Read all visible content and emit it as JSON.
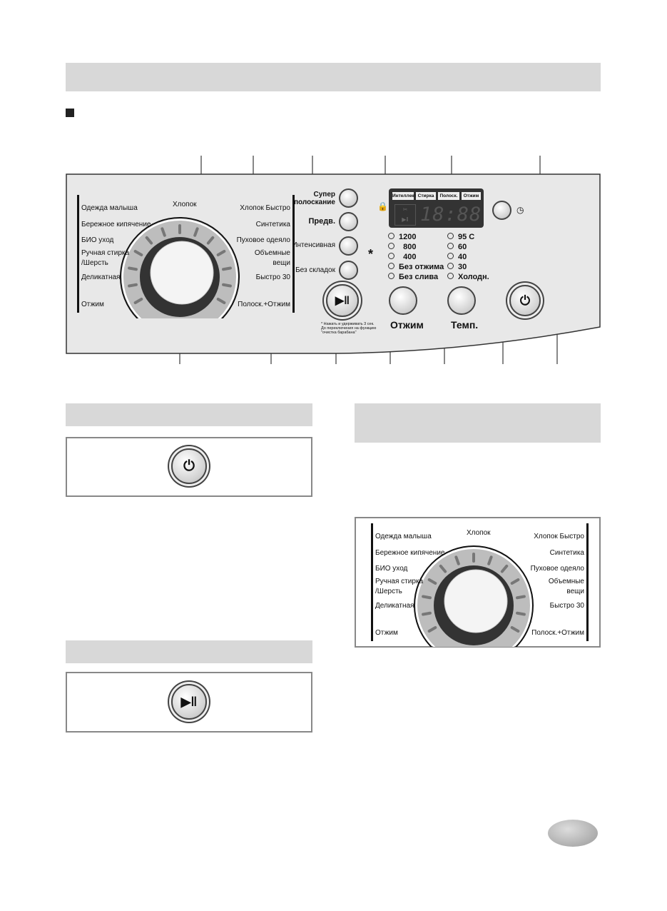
{
  "dial": {
    "top": "Хлопок",
    "left": [
      "Одежда малыша",
      "Бережное кипячение",
      "БИО уход",
      "Ручная стирка",
      "/Шерсть",
      "Деликатная",
      "Отжим"
    ],
    "right": [
      "Хлопок Быстро",
      "Синтетика",
      "Пуховое одеяло",
      "Объемные",
      "вещи",
      "Быстро 30",
      "Полоск.+Отжим"
    ]
  },
  "buttons": {
    "super_rinse": [
      "Супер",
      "полоскание"
    ],
    "prewash": "Предв.",
    "intensive": "Интенсивная",
    "no_crease": "Без складок",
    "spin": "Отжим",
    "temp": "Темп.",
    "asterisk": "*",
    "note": [
      "* Нажать и удерживать 3 сек.",
      "До переключения на функцию",
      "\"очистка барабана\""
    ]
  },
  "display": {
    "tabs": [
      "Интеллект",
      "Стирка",
      "Полоск.",
      "Отжим"
    ],
    "digits": "18:88"
  },
  "spin_options": [
    "1200",
    "800",
    "400",
    "Без отжима",
    "Без слива"
  ],
  "temp_options": [
    "95 C",
    "60",
    "40",
    "30",
    "Холодн."
  ],
  "colors": {
    "panel": "#e6e6e6",
    "section_bar": "#d8d8d8",
    "display": "#333333"
  },
  "icons": [
    "power-icon",
    "play-pause-icon",
    "clock-icon",
    "child-lock-icon",
    "baby-shirt-icon",
    "handwash-icon",
    "wool-icon"
  ]
}
